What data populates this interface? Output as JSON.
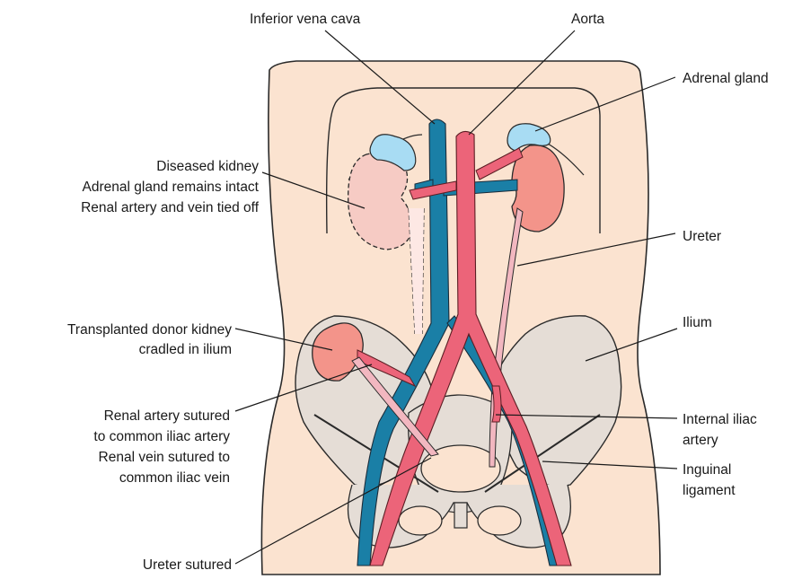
{
  "labels": {
    "ivc": "Inferior vena cava",
    "aorta": "Aorta",
    "adrenal": "Adrenal gland",
    "diseased_1": "Diseased kidney",
    "diseased_2": "Adrenal gland remains intact",
    "diseased_3": "Renal artery and vein tied off",
    "ureter": "Ureter",
    "transplant_1": "Transplanted donor kidney",
    "transplant_2": "cradled in ilium",
    "ilium": "Ilium",
    "artery_1": "Renal artery sutured",
    "artery_2": "to common iliac artery",
    "vein_1": "Renal vein sutured to",
    "vein_2": "common iliac vein",
    "internal_1": "Internal iliac",
    "internal_2": "artery",
    "inguinal_1": "Inguinal",
    "inguinal_2": "ligament",
    "ureter_sutured": "Ureter sutured"
  },
  "colors": {
    "skin": "#fbe3d0",
    "vein": "#1a7fa6",
    "artery": "#ec6479",
    "kidney": "#f3948a",
    "diseased": "#f6cbc4",
    "adrenal": "#a8dcf3",
    "bone": "#e5ddd6",
    "ureter": "#f2b7c0"
  }
}
